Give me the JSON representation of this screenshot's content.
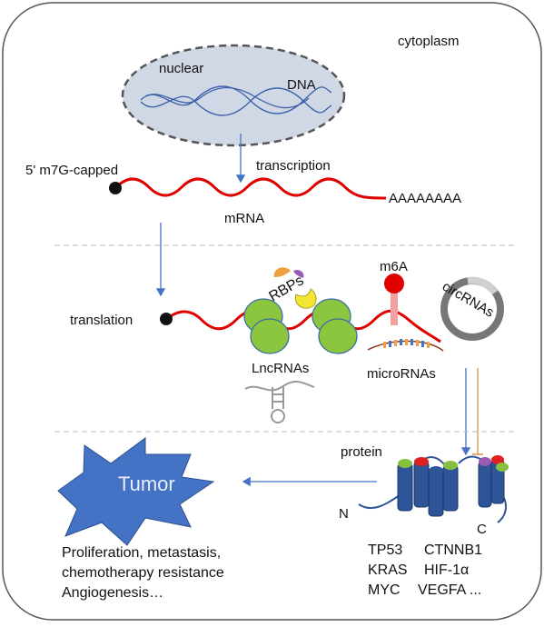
{
  "labels": {
    "cytoplasm": "cytoplasm",
    "nuclear": "nuclear",
    "dna": "DNA",
    "cap": "5' m7G-capped",
    "transcription": "transcription",
    "polyA": "AAAAAAAA",
    "mrna": "mRNA",
    "m6a": "m6A",
    "rbps": "RBPs",
    "circrnas": "circRNAs",
    "translation": "translation",
    "lncrnas": "LncRNAs",
    "micrornas": "microRNAs",
    "protein": "protein",
    "tumor": "Tumor",
    "n_term": "N",
    "c_term": "C"
  },
  "outcomes": [
    "Proliferation, metastasis,",
    "chemotherapy resistance",
    "Angiogenesis…"
  ],
  "genes": [
    [
      "TP53",
      "CTNNB1"
    ],
    [
      "KRAS",
      "HIF-1α"
    ],
    [
      "MYC",
      "VEGFA ..."
    ]
  ],
  "colors": {
    "mrna": "#e00000",
    "arrow": "#4472c4",
    "ribosome": "#8cc63f",
    "helix": "#2e5597",
    "tumor": "#4472c4",
    "nucleus": "#d0d8e6",
    "m6a": "#e00000",
    "inhibit": "#d9954a"
  }
}
